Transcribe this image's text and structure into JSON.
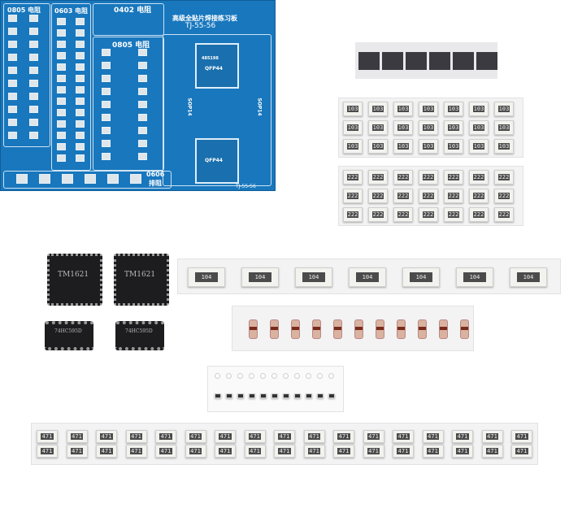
{
  "pcb": {
    "title": "高级全贴片焊接练习板",
    "model": "TJ-55-56",
    "model_small": "TJ-55-56",
    "sections": [
      "0805 电阻",
      "0603 电阻",
      "0402 电阻",
      "0805 电阻"
    ],
    "array_size": "0606",
    "array_name": "排阻",
    "qfp_label": "QFP44",
    "sop_label": "SOP14",
    "qfp_mark": "485198"
  },
  "components": {
    "res_103": "103",
    "res_222": "222",
    "res_104": "104",
    "res_471": "471"
  },
  "chips": {
    "qfp_mark": "TM1621",
    "soic_mark": "74HC595D"
  },
  "colors": {
    "pcb": "#1877bd",
    "tape": "#f3f3f3"
  }
}
